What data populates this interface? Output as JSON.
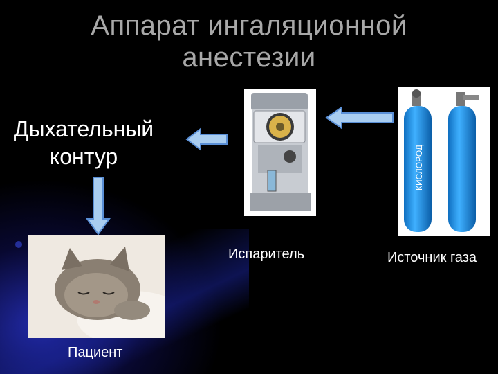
{
  "slide": {
    "title": "Аппарат ингаляционной анестезии",
    "breathing_circuit": "Дыхательный контур",
    "vaporizer_label": "Испаритель",
    "gas_source_label": "Источник газа",
    "patient_label": "Пациент",
    "cylinder_text": "КИСЛОРОД"
  },
  "colors": {
    "background": "#000000",
    "title": "#a8a8a8",
    "text": "#ffffff",
    "arrow_fill": "#a9cdf0",
    "arrow_stroke": "#5a8fd6",
    "cylinder_blue": "#1e8fe0"
  }
}
